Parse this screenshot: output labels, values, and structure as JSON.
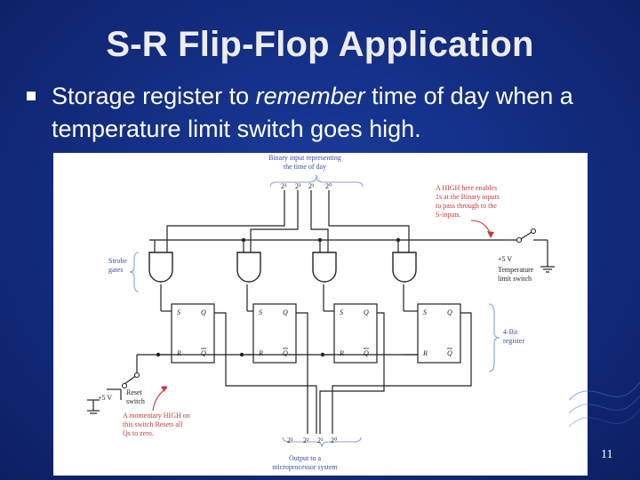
{
  "slide": {
    "title": "S-R Flip-Flop Application",
    "bullet": {
      "text_before": "Storage register to ",
      "text_em": "remember",
      "text_after": " time of day when a temperature limit switch goes high."
    },
    "page_number": "11"
  },
  "diagram": {
    "input_label_1": "Binary input representing",
    "input_label_2": "the time of day",
    "input_bits": [
      "2³",
      "2²",
      "2¹",
      "2⁰"
    ],
    "enable_note": [
      "A HIGH here enables",
      "1s at the Binary inputs",
      "to pass through to the",
      "S-inputs."
    ],
    "strobe_label": [
      "Strobe",
      "gates"
    ],
    "supply_top": "+5 V",
    "temp_switch": [
      "Temperature",
      "limit switch"
    ],
    "ff_labels": {
      "s": "S",
      "q": "Q",
      "r": "R",
      "qbar": "Q"
    },
    "register_label": [
      "4-Bit",
      "register"
    ],
    "supply_left": "+5 V",
    "reset_switch": [
      "Reset",
      "switch"
    ],
    "reset_note": [
      "A momentary HIGH on",
      "this switch Resets all",
      "Qs to zero."
    ],
    "output_bits": [
      "2³",
      "2²",
      "2¹",
      "2⁰"
    ],
    "output_label": [
      "Output to a",
      "microprocessor system"
    ]
  },
  "colors": {
    "wire": "#222222",
    "annotation": "#c23a3a",
    "label": "#3a4d9e"
  }
}
